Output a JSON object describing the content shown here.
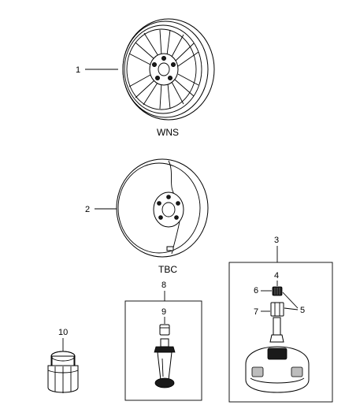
{
  "callouts": {
    "c1": "1",
    "c2": "2",
    "c3": "3",
    "c4": "4",
    "c5": "5",
    "c6": "6",
    "c7": "7",
    "c8": "8",
    "c9": "9",
    "c10": "10"
  },
  "captions": {
    "wheel": "WNS",
    "spare": "TBC"
  }
}
